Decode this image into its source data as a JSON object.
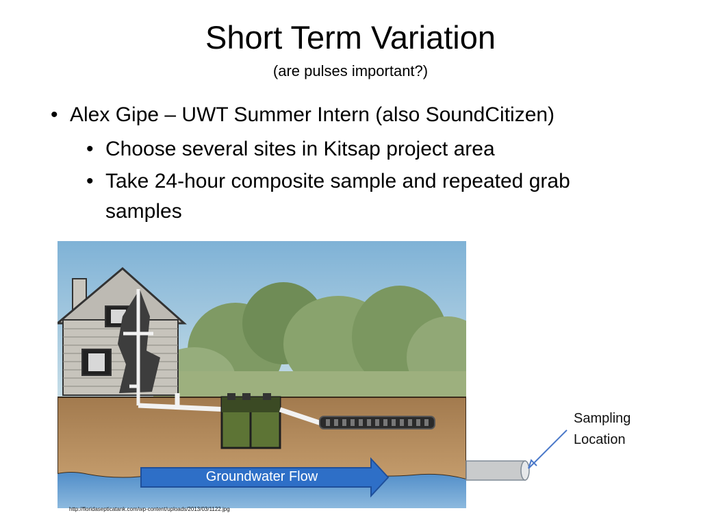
{
  "slide": {
    "title": "Short Term Variation",
    "subtitle": "(are pulses important?)",
    "bullets": [
      {
        "text": "Alex Gipe – UWT Summer Intern (also SoundCitizen)",
        "level": 1
      },
      {
        "text": "Choose several sites in Kitsap project area",
        "level": 2
      },
      {
        "text": "Take 24-hour composite sample and repeated grab samples",
        "level": 2
      }
    ],
    "bullet_glyph": "•"
  },
  "figure": {
    "flow_label": "Groundwater Flow",
    "callout_lines": [
      "Sampling",
      "Location"
    ],
    "credit": "http://floridasepticatank.com/wp-content/uploads/2013/03/1122.jpg",
    "icons": [
      "house-illustration",
      "septic-tank-icon",
      "drain-field-icon",
      "outlet-pipe-icon",
      "flow-arrow-icon",
      "callout-arrow-icon"
    ],
    "colors": {
      "sky": "#8fbcd8",
      "soil": "#b38a5c",
      "groundwater": "#5f9bd0",
      "arrow": "#2e6fc7",
      "pipe": "#c9cbcc",
      "callout_arrow": "#4b79c9"
    }
  }
}
